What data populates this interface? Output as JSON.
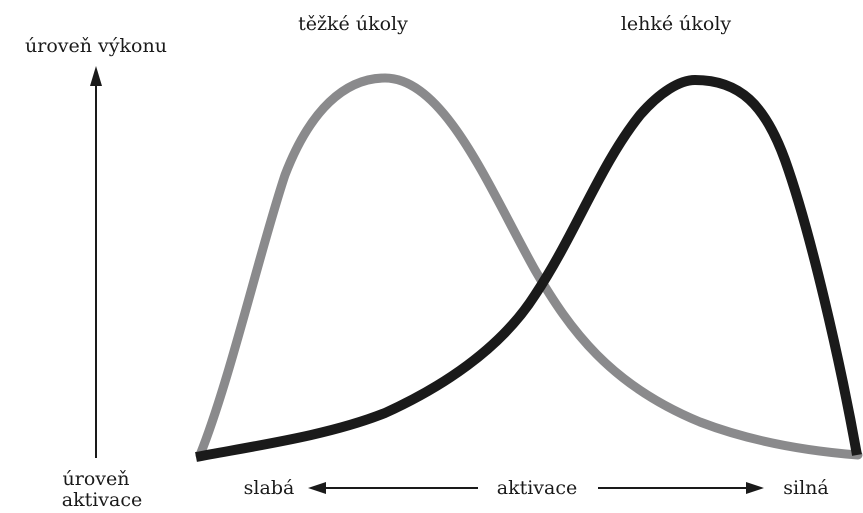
{
  "labels": {
    "y_axis": "úroveň výkonu",
    "x_axis_line1": "úroveň",
    "x_axis_line2": "aktivace",
    "hard_tasks": "těžké úkoly",
    "easy_tasks": "lehké úkoly",
    "low": "slabá",
    "activation": "aktivace",
    "high": "silná"
  },
  "colors": {
    "hard_tasks_curve": "#8a8a8c",
    "easy_tasks_curve": "#1a1a1a",
    "text": "#1a1a1a"
  }
}
